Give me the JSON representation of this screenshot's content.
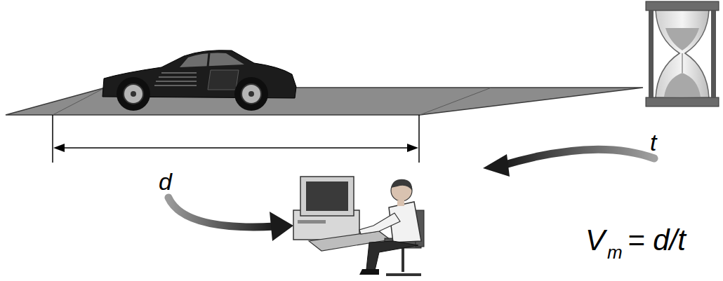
{
  "diagram": {
    "labels": [
      "d",
      "t",
      "V",
      "m",
      "= d/t"
    ]
  }
}
